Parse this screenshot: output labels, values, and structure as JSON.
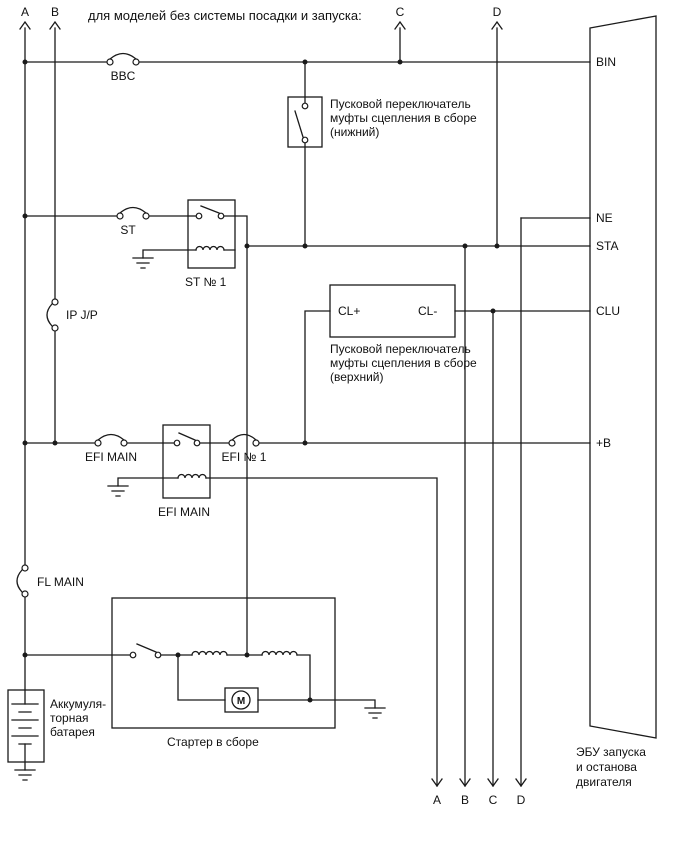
{
  "title": "для моделей без системы посадки и запуска:",
  "connectors": {
    "top": [
      "A",
      "B",
      "C",
      "D"
    ],
    "bottom": [
      "A",
      "B",
      "C",
      "D"
    ]
  },
  "ecu": {
    "pins": {
      "bin": "BIN",
      "ne": "NE",
      "sta": "STA",
      "clu": "CLU",
      "plusb": "+B"
    },
    "caption": [
      "ЭБУ запуска",
      "и останова",
      "двигателя"
    ]
  },
  "fuses": {
    "bbc": "BBC",
    "st": "ST",
    "ip_jp": "IP J/P",
    "efi_main": "EFI MAIN",
    "efi_no1": "EFI № 1",
    "fl_main": "FL MAIN"
  },
  "relays": {
    "st_no1": "ST № 1",
    "efi_main": "EFI MAIN"
  },
  "clutch_lower": {
    "caption": [
      "Пусковой переключатель",
      "муфты сцепления в сборе",
      "(нижний)"
    ]
  },
  "clutch_upper": {
    "cl_plus": "CL+",
    "cl_minus": "CL-",
    "caption": [
      "Пусковой переключатель",
      "муфты сцепления в сборе",
      "(верхний)"
    ]
  },
  "battery": {
    "caption": [
      "Аккумуля-",
      "торная",
      "батарея"
    ]
  },
  "starter": {
    "label": "Стартер в сборе",
    "motor": "M"
  },
  "colors": {
    "line": "#1a1a1a",
    "background": "#ffffff"
  }
}
